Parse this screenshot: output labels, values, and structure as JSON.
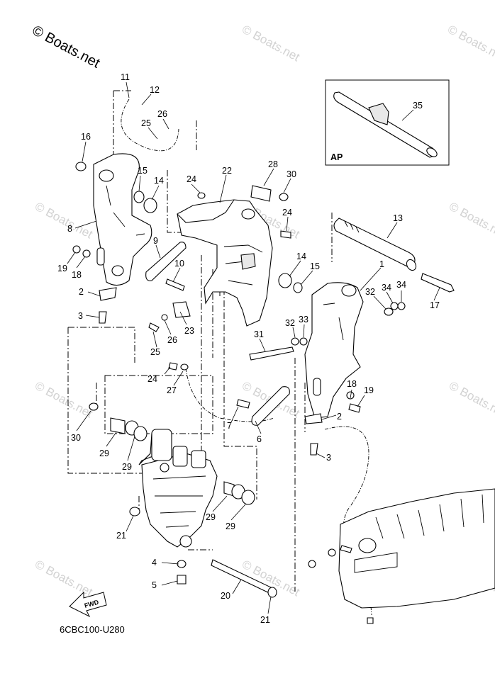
{
  "watermark": {
    "main": "© Boats.net",
    "faint": "© Boats.net"
  },
  "inset": {
    "label": "AP",
    "part": "35"
  },
  "diagram_code": "6CBC100-U280",
  "fwd_arrow": "FWD",
  "callouts": {
    "c11": "11",
    "c12": "12",
    "c26a": "26",
    "c25a": "25",
    "c16": "16",
    "c15a": "15",
    "c14a": "14",
    "c24a": "24",
    "c22": "22",
    "c28": "28",
    "c30a": "30",
    "c8": "8",
    "c24b": "24",
    "c13": "13",
    "c9": "9",
    "c19a": "19",
    "c18a": "18",
    "c10": "10",
    "c14b": "14",
    "c15b": "15",
    "c1": "1",
    "c2a": "2",
    "c32a": "32",
    "c34a": "34",
    "c34b": "34",
    "c3a": "3",
    "c23": "23",
    "c17": "17",
    "c26b": "26",
    "c32b": "32",
    "c33": "33",
    "c31": "31",
    "c25b": "25",
    "c24c": "24",
    "c27": "27",
    "c18b": "18",
    "c19b": "19",
    "c30b": "30",
    "c7": "7",
    "c2b": "2",
    "c6": "6",
    "c29a": "29",
    "c29b": "29",
    "c3b": "3",
    "c29c": "29",
    "c29d": "29",
    "c21a": "21",
    "c4": "4",
    "c5": "5",
    "c20": "20",
    "c21b": "21"
  }
}
